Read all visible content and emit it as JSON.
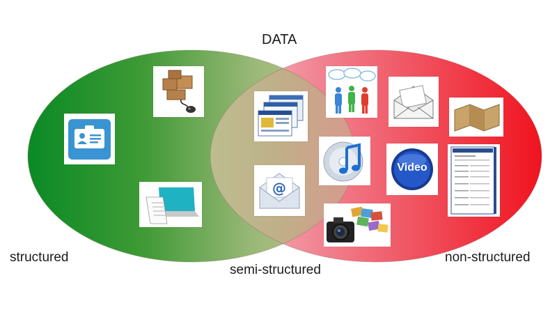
{
  "title": "DATA",
  "labels": {
    "structured": "structured",
    "semi_structured": "semi-structured",
    "non_structured": "non-structured"
  },
  "colors": {
    "structured_green": "#0a8a25",
    "overlap_tan": "#b3ad7d",
    "nonstructured_red": "#f0131e"
  },
  "structured_icons": [
    "id-card-icon",
    "packages-with-mouse-icon",
    "laptop-receipt-icon"
  ],
  "semi_structured_icons": [
    "web-windows-icon",
    "email-envelope-icon"
  ],
  "non_structured_icons": [
    "chat-people-icon",
    "open-letter-icon",
    "map-scroll-icon",
    "music-disc-icon",
    "video-button-icon",
    "cv-document-icon",
    "camera-photos-icon"
  ],
  "video_icon_text": "Video"
}
